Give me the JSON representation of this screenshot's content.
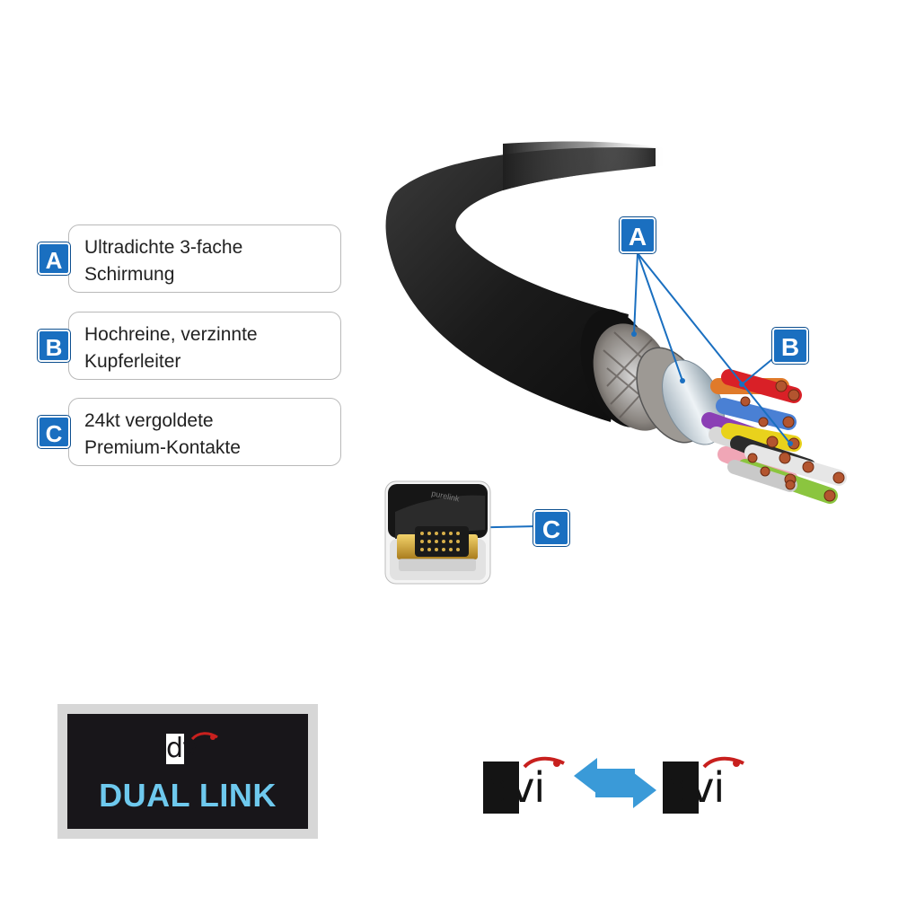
{
  "callouts": [
    {
      "letter": "A",
      "line1": "Ultradichte 3-fache",
      "line2": "Schirmung"
    },
    {
      "letter": "B",
      "line1": "Hochreine, verzinnte",
      "line2": "Kupferleiter"
    },
    {
      "letter": "C",
      "line1": "24kt vergoldete",
      "line2": "Premium-Kontakte"
    }
  ],
  "diagram_labels": {
    "a": "A",
    "b": "B",
    "c": "C"
  },
  "connector_brand": "purelink",
  "dual_link": {
    "logo": "dvi",
    "label": "DUAL LINK"
  },
  "compat": {
    "left_logo": "dvi",
    "right_logo": "dvi"
  },
  "colors": {
    "badge_blue": "#1a6fc0",
    "arrow_blue": "#3a9ad8",
    "dual_link_text": "#6ec9ee",
    "logo_red": "#c8201e"
  },
  "icons": [
    "double-arrow-icon",
    "dvi-logo-icon"
  ]
}
